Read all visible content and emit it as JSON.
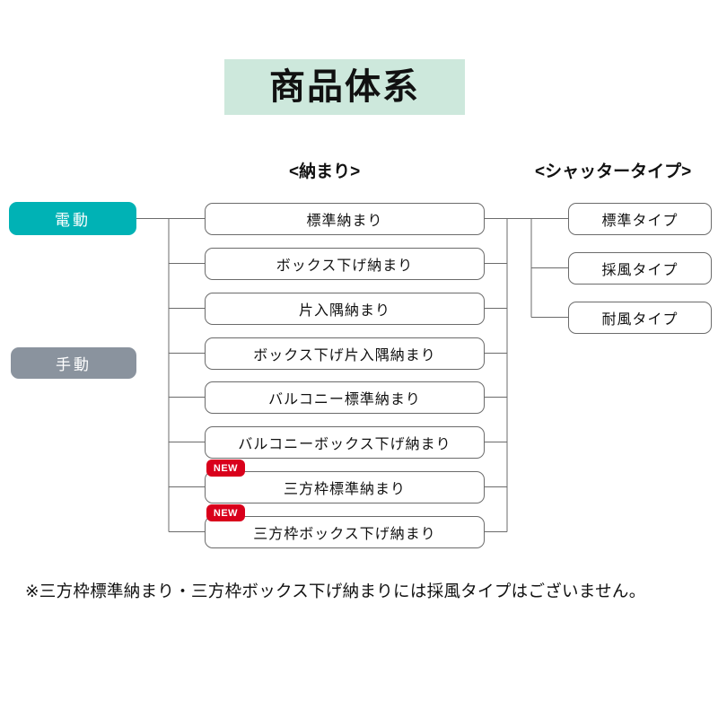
{
  "title": {
    "text": "商品体系",
    "banner_color": "#cde8dc"
  },
  "columns": {
    "osamari_header": "<納まり>",
    "shutter_header": "<シャッタータイプ>"
  },
  "drive_types": [
    {
      "label": "電動",
      "color": "#00b2b5"
    },
    {
      "label": "手動",
      "color": "#8a939e"
    }
  ],
  "osamari_items": [
    {
      "label": "標準納まり",
      "badge": ""
    },
    {
      "label": "ボックス下げ納まり",
      "badge": ""
    },
    {
      "label": "片入隅納まり",
      "badge": ""
    },
    {
      "label": "ボックス下げ片入隅納まり",
      "badge": ""
    },
    {
      "label": "バルコニー標準納まり",
      "badge": ""
    },
    {
      "label": "バルコニーボックス下げ納まり",
      "badge": ""
    },
    {
      "label": "三方枠標準納まり",
      "badge": "NEW"
    },
    {
      "label": "三方枠ボックス下げ納まり",
      "badge": "NEW"
    }
  ],
  "shutter_types": [
    {
      "label": "標準タイプ"
    },
    {
      "label": "採風タイプ"
    },
    {
      "label": "耐風タイプ"
    }
  ],
  "badge": {
    "new_label": "NEW",
    "color": "#d9001b"
  },
  "footer": {
    "note": "※三方枠標準納まり・三方枠ボックス下げ納まりには採風タイプはございません。"
  },
  "line_color": "#6b6b6b"
}
